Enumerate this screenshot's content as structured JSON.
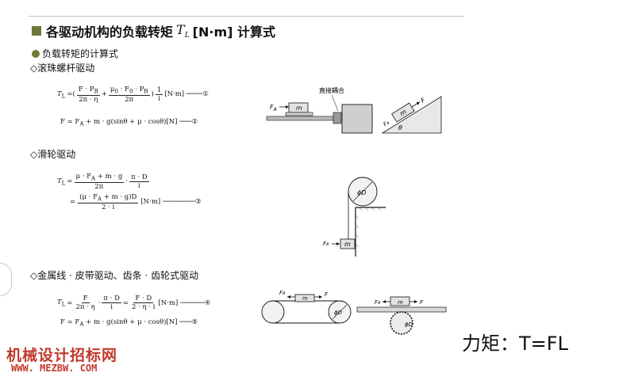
{
  "title": {
    "prefix": "各驱动机构的负载转矩",
    "symbol": "T",
    "symbol_sub": "L",
    "suffix": "[N·m] 计算式"
  },
  "subtitle": "负载转矩的计算式",
  "sections": [
    {
      "label": "◇滚珠螺杆驱动"
    },
    {
      "label": "◇滑轮驱动"
    },
    {
      "label": "◇金属线 · 皮带驱动、齿条 · 齿轮式驱动"
    }
  ],
  "formulas": {
    "f1_lhs": "T",
    "f1_lhs_sub": "L",
    "f1_eq": "=(",
    "f1_a_num": "F · P",
    "f1_a_num_sub": "B",
    "f1_a_den": "2π · η",
    "f1_plus": "+",
    "f1_b_num": "μ",
    "f1_b_num_sub0": "0",
    "f1_b_num_mid": " · F",
    "f1_b_num_sub1": "0",
    "f1_b_num_end": " · P",
    "f1_b_num_sub2": "B",
    "f1_b_den": "2π",
    "f1_close": ")",
    "f1_c_num": "1",
    "f1_c_den": "i",
    "f1_unit": "[N·m] ────①",
    "f2_text": "F = F",
    "f2_sub": "A",
    "f2_rest": " + m · g(sinθ + μ · cosθ)[N]  ───②",
    "f3_lhs": "T",
    "f3_lhs_sub": "L",
    "f3_eq": "=",
    "f3_a_num": "μ · F",
    "f3_a_num_sub": "A",
    "f3_a_num_end": " + m · g",
    "f3_a_den": "2π",
    "f3_dot": "·",
    "f3_b_num": "π · D",
    "f3_b_den": "i",
    "f3b_eq": "=",
    "f3b_num": "(μ · F",
    "f3b_num_sub": "A",
    "f3b_num_end": " + m · g)D",
    "f3b_den": "2 · i",
    "f3b_unit": "[N·m] ────────③",
    "f4_lhs": "T",
    "f4_lhs_sub": "L",
    "f4_eq": "=",
    "f4_a_num": "F",
    "f4_a_den": "2π · η",
    "f4_dot": "·",
    "f4_b_num": "π · D",
    "f4_b_den": "i",
    "f4_eq2": "=",
    "f4_c_num": "F · D",
    "f4_c_den": "2 · η · i",
    "f4_unit": "[N·m] ──────④",
    "f5_text": "F = F",
    "f5_sub": "A",
    "f5_rest": " + m · g(sinθ + μ · cosθ)[N]  ───⑤"
  },
  "diagram_labels": {
    "coupling": "直接耦合",
    "fa": "F",
    "fa_sub": "A",
    "f": "F",
    "m": "m",
    "theta": "θ",
    "phiD": "ϕD"
  },
  "watermark": {
    "cn": "机械设计招标网",
    "url": "WWW. MEZBW. COM"
  },
  "footnote": "力矩：T=FL"
}
